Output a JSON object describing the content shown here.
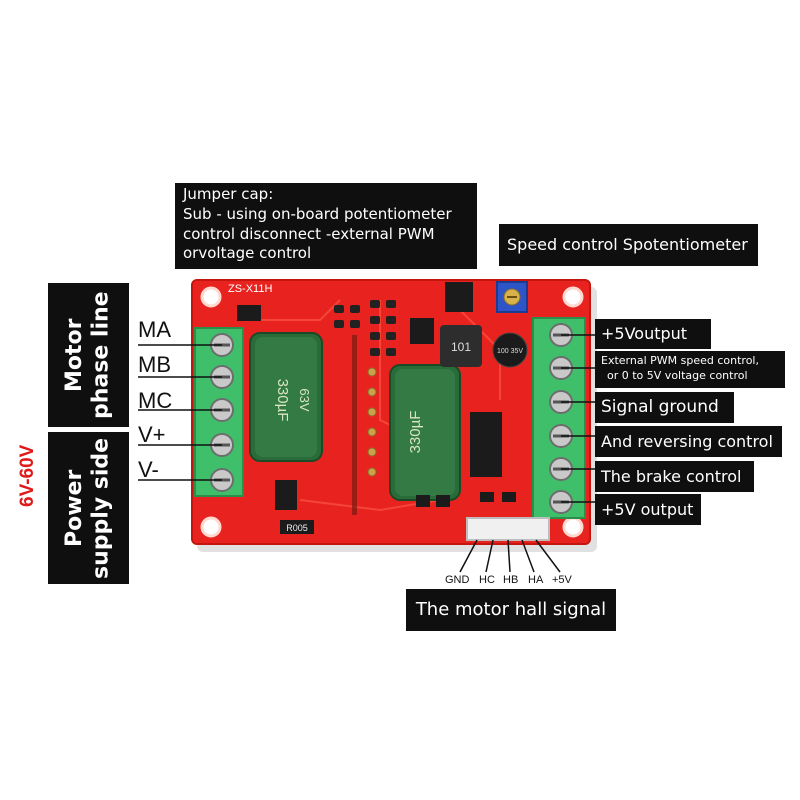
{
  "labels": {
    "jumper_cap": {
      "title": "Jumper cap:",
      "line1": "Sub - using on-board potentiometer",
      "line2": "control disconnect -external PWM",
      "line3": "orvoltage control"
    },
    "speed_pot": "Speed control Spotentiometer",
    "motor_phase": "Motor phase line",
    "power_supply": "Power supply side",
    "voltage_range": "6V-60V",
    "phases": [
      "MA",
      "MB",
      "MC",
      "V+",
      "V-"
    ],
    "right": [
      "+5Voutput",
      "External PWM speed control,",
      "or 0 to 5V voltage control",
      "Signal ground",
      "And reversing control",
      "The brake control",
      "+5V output"
    ],
    "hall_pins": [
      "GND",
      "HC",
      "HB",
      "HA",
      "+5V"
    ],
    "hall_signal": "The motor hall signal"
  },
  "board": {
    "silkscreen_model": "ZS-X11H",
    "cap_marking": "330µF",
    "cap_voltage": "63V",
    "inductor_marking": "101",
    "small_cap_marking": "100 35V",
    "resistor_marking": "R005"
  },
  "colors": {
    "pcb": "#e8231f",
    "label_bg": "#0f0f0f",
    "voltage_text": "#e01a1a",
    "terminal": "#3fbf6a",
    "capacitor": "#2a6b3a"
  }
}
